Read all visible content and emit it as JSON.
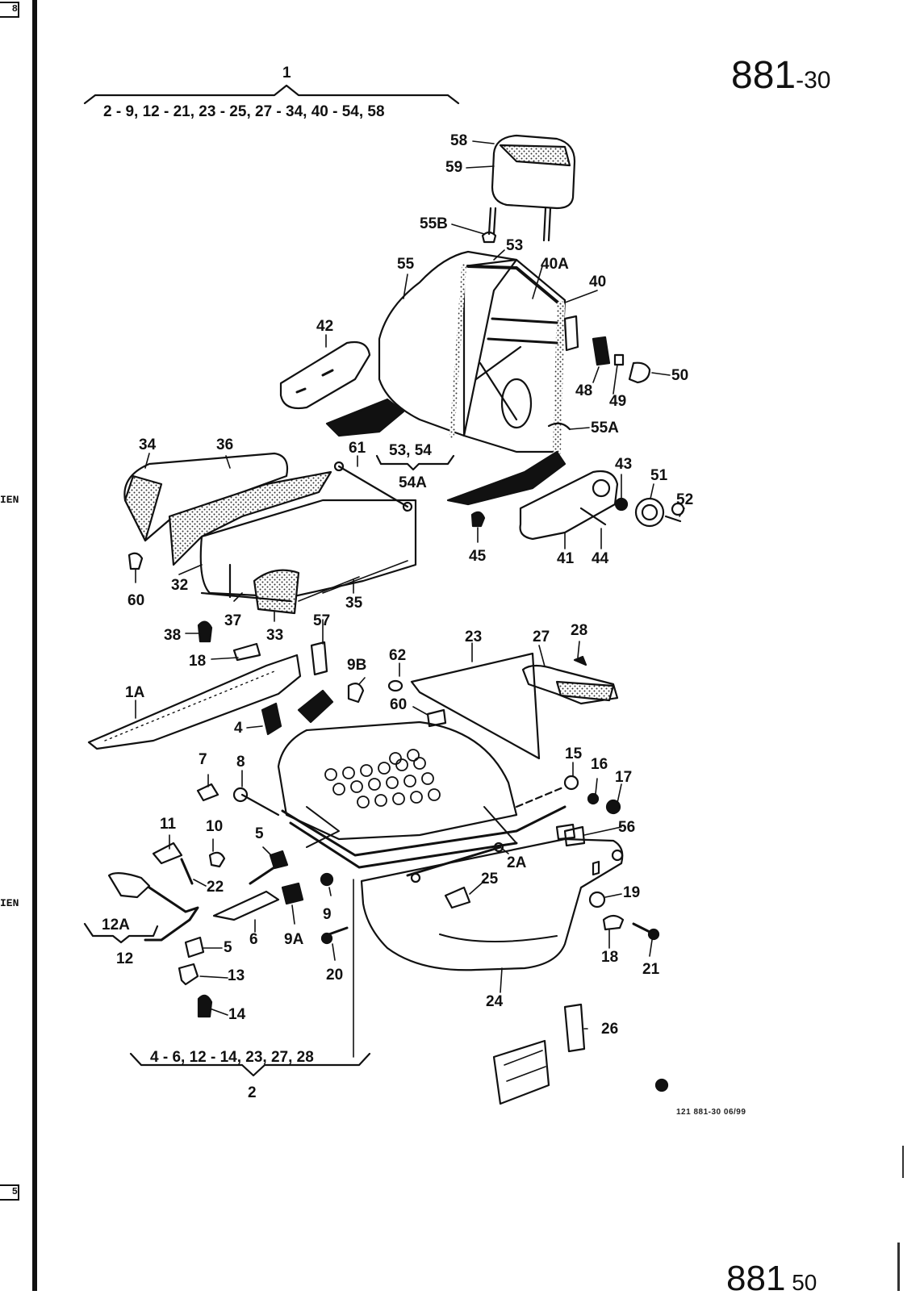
{
  "page": {
    "number_main": "881",
    "number_main_suffix": "-30",
    "number_bottom": "881",
    "number_bottom_suffix": "50",
    "footer_code": "121   881-30   06/99",
    "edge_text": [
      "8",
      "IEN",
      "IEN",
      "5"
    ]
  },
  "groups": {
    "g1": {
      "number": "1",
      "range": "2 - 9, 12 - 21, 23 - 25, 27 - 34, 40 - 54,  58"
    },
    "g2": {
      "number": "2",
      "range": "4 - 6, 12 - 14, 23, 27, 28"
    },
    "g53": {
      "range": "53, 54",
      "number": "54A"
    },
    "g12": {
      "range": "12A",
      "number": "12"
    }
  },
  "labels": {
    "p58": "58",
    "p59": "59",
    "p55B": "55B",
    "p53": "53",
    "p40A": "40A",
    "p40": "40",
    "p55": "55",
    "p42": "42",
    "p48": "48",
    "p49": "49",
    "p50": "50",
    "p55A": "55A",
    "p34": "34",
    "p36": "36",
    "p61": "61",
    "p43": "43",
    "p51": "51",
    "p52": "52",
    "p45": "45",
    "p41": "41",
    "p44": "44",
    "p60a": "60",
    "p32": "32",
    "p37": "37",
    "p33": "33",
    "p35": "35",
    "p38": "38",
    "p57": "57",
    "p9B": "9B",
    "p62": "62",
    "p23": "23",
    "p27": "27",
    "p28": "28",
    "p18a": "18",
    "p1A": "1A",
    "p4": "4",
    "p60b": "60",
    "p7": "7",
    "p8": "8",
    "p15": "15",
    "p16": "16",
    "p17": "17",
    "p11": "11",
    "p10": "10",
    "p5a": "5",
    "p56": "56",
    "p22": "22",
    "p2A": "2A",
    "p25": "25",
    "p19": "19",
    "p9": "9",
    "p6": "6",
    "p9A": "9A",
    "p5b": "5",
    "p20": "20",
    "p18b": "18",
    "p21": "21",
    "p13": "13",
    "p24": "24",
    "p14": "14",
    "p26": "26"
  }
}
